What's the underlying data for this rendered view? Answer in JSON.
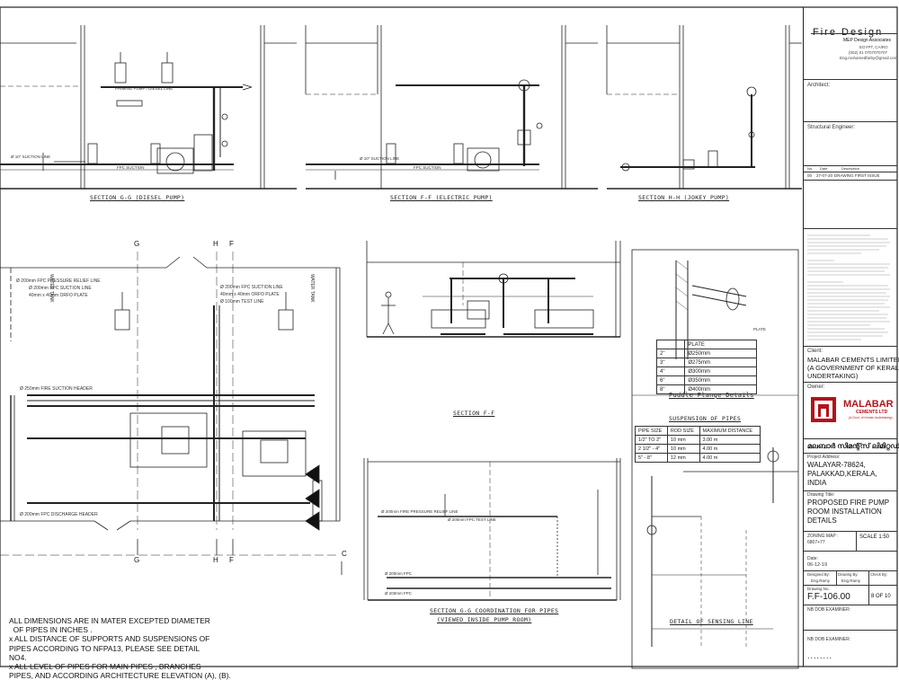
{
  "sections": {
    "g_g": "SECTION G-G (DIESEL PUMP)",
    "f_f": "SECTION F-F (ELECTRIC PUMP)",
    "h_h": "SECTION H-H (JOKEY PUMP)",
    "f_f_lower": "SECTION F-F",
    "coordination_line1": "SECTION G-G COORDINATION FOR PIPES",
    "coordination_line2": "(VIEWED INSIDE PUMP ROOM)",
    "puddle": "Puddle Flange Details",
    "suspension": "SUSPENSION OF PIPES",
    "sensing": "DETAIL OF SENSING LINE"
  },
  "section_markers": {
    "g": "G",
    "h": "H",
    "f": "F",
    "c": "C"
  },
  "plan_labels": {
    "pressure_relief": "Ø 200mm FPC PRESSURE RELIEF LINE",
    "suction_line_a": "Ø 200mm FPC SUCTION LINE",
    "orifice_a": "40mm x 40mm ORFO PLATE",
    "suction_line_b": "Ø 200mm FPC SUCTION LINE",
    "orifice_b": "40mm x 40mm ORFO PLATE",
    "test_line": "Ø 100mm TEST LINE",
    "fire_suction_header": "Ø 250mm FIRE SUCTION HEADER",
    "discharge_header": "Ø 200mm FPC DISCHARGE HEADER",
    "water_tank_a": "WATER TANK",
    "water_tank_b": "WATER TANK"
  },
  "puddle_table": {
    "header": [
      "",
      "PLATE"
    ],
    "rows": [
      [
        "2\"",
        "Ø250mm"
      ],
      [
        "3\"",
        "Ø275mm"
      ],
      [
        "4\"",
        "Ø300mm"
      ],
      [
        "6\"",
        "Ø350mm"
      ],
      [
        "8\"",
        "Ø400mm"
      ]
    ]
  },
  "suspension_table": {
    "header": [
      "PIPE SIZE",
      "ROD SIZE",
      "MAXIMUM DISTANCE"
    ],
    "rows": [
      [
        "1/2\" TO 2\"",
        "10 mm",
        "3.00 m"
      ],
      [
        "2 1/2\" - 4\"",
        "10 mm",
        "4.00 m"
      ],
      [
        "5\" - 8\"",
        "12 mm",
        "4.00 m"
      ]
    ]
  },
  "notes": [
    "ALL DIMENSIONS ARE IN MATER EXCEPTED DIAMETER",
    "  OF PIPES IN INCHES .",
    "x ALL DISTANCE OF SUPPORTS AND SUSPENSIONS OF",
    "PIPES ACCORDING TO NFPA13, PLEASE SEE DETAIL",
    "NO4.",
    "x ALL LEVEL OF PIPES FOR MAIN PIPES , BRANCHES",
    "PIPES, AND ACCORDING ARCHITECTURE ELEVATION (A), (B)."
  ],
  "title_block": {
    "firm": "Fire Design",
    "firm_sub": "MEP Design Associates",
    "firm_city": "EGYPT, CAIRO",
    "firm_phone": "(002) 01 0707070707",
    "firm_email": "Eng.mohamedfarby@gmail.com",
    "architect_label": "Architect:",
    "structural_label": "Structural Engineer:",
    "rev_headers": [
      "No.",
      "Date",
      "Description"
    ],
    "rev_row": [
      "00",
      "27-07-20",
      "DRAWING FIRST ISSUE"
    ],
    "client_label": "Client:",
    "client_line1": "MALABAR CEMENTS LIMITED",
    "client_line2": "(A GOVERNMENT OF KERALA",
    "client_line3": "UNDERTAKING)",
    "owner_label": "Owner:",
    "logo_name": "MALABAR",
    "logo_sub": "CEMENTS LTD",
    "logo_tag": "(A Govt. of Kerala Undertaking)",
    "project_malayalam": "മലബാർ സിമന്റ്സ് ലിമിറ്റഡ്",
    "project_address_label": "Project Address:",
    "address_line1": "WALAYAR-78624,",
    "address_line2": "PALAKKAD,KERALA,",
    "address_line3": "INDIA",
    "drawing_title_label": "Drawing Title:",
    "title_line1": "PROPOSED FIRE PUMP",
    "title_line2": "ROOM INSTALLATION",
    "title_line3": "DETAILS",
    "zoning_label": "ZONING MAP :",
    "zoning_value": "6807+77",
    "scale": "SCALE 1:50",
    "date_label": "Date:",
    "date_value": "06-12-19",
    "designed_label": "Designed By:",
    "drawn_label": "Drawing By:",
    "checked_label": "Check By:",
    "designed_by": "Eng.Ramy",
    "drawn_by": "Eng.Ramy",
    "drawing_no_label": "Drawing No.",
    "drawing_no": "F.F-106.00",
    "sheet": "8 OF 10",
    "examiner_top": "NB DOB EXAMINER:",
    "examiner_bottom": "NB DOB EXAMINER:",
    "dots": "........"
  }
}
